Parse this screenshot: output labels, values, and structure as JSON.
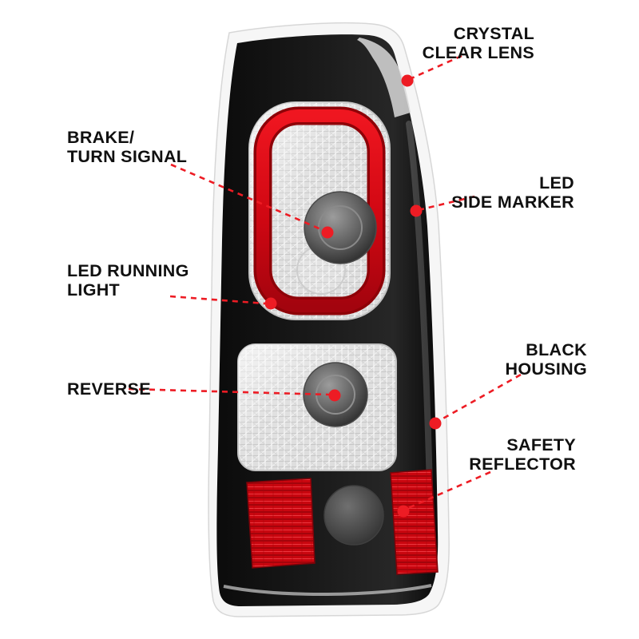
{
  "figure": {
    "colors": {
      "accent_red": "#ed1c24",
      "housing_black": "#141414",
      "led_ring_red": "#cf0712",
      "lens_chrome": "#dcdcdc",
      "background": "#ffffff"
    },
    "callouts": [
      {
        "id": "crystal-clear-lens",
        "side": "right",
        "lines": [
          "CRYSTAL",
          "CLEAR LENS"
        ]
      },
      {
        "id": "brake-turn-signal",
        "side": "left",
        "lines": [
          "BRAKE/",
          "TURN SIGNAL"
        ]
      },
      {
        "id": "led-side-marker",
        "side": "right",
        "lines": [
          "LED",
          "SIDE MARKER"
        ]
      },
      {
        "id": "led-running-light",
        "side": "left",
        "lines": [
          "LED RUNNING",
          "LIGHT"
        ]
      },
      {
        "id": "black-housing",
        "side": "right",
        "lines": [
          "BLACK",
          "HOUSING"
        ]
      },
      {
        "id": "reverse",
        "side": "left",
        "lines": [
          "REVERSE"
        ]
      },
      {
        "id": "safety-reflector",
        "side": "right",
        "lines": [
          "SAFETY",
          "REFLECTOR"
        ]
      }
    ]
  }
}
